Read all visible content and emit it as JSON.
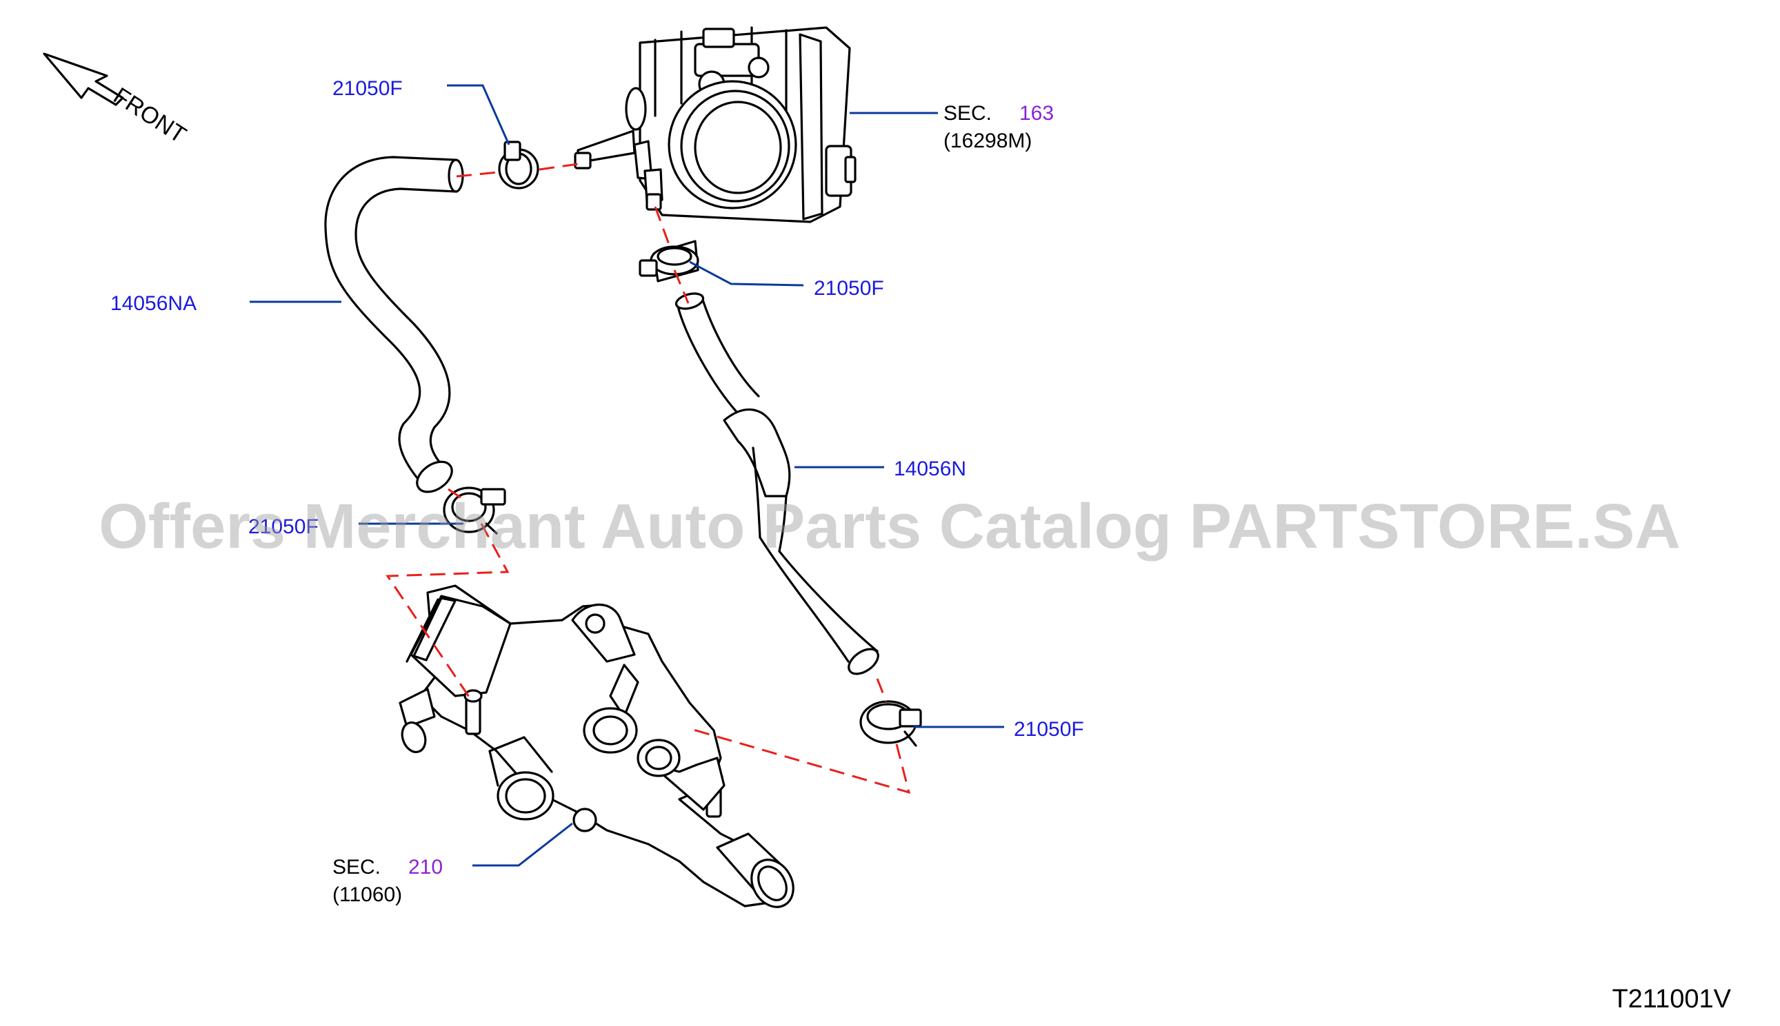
{
  "diagram": {
    "front_label": "FRONT",
    "diagram_code": "T211001V",
    "watermark": "Offers Merchant Auto Parts Catalog PARTSTORE.SA",
    "callouts": {
      "clamp_top": "21050F",
      "clamp_mid": "21050F",
      "clamp_left": "21050F",
      "clamp_bottom": "21050F",
      "hose_left": "14056NA",
      "hose_right": "14056N"
    },
    "sections": {
      "throttle": {
        "prefix": "SEC.",
        "number": "163",
        "ref": "(16298M)"
      },
      "water_outlet": {
        "prefix": "SEC.",
        "number": "210",
        "ref": "(11060)"
      }
    },
    "colors": {
      "callout_text": "#1a1adf",
      "section_link": "#8a22d8",
      "leader_line": "#0b3a9c",
      "dashed_guide": "#e8201c"
    }
  }
}
